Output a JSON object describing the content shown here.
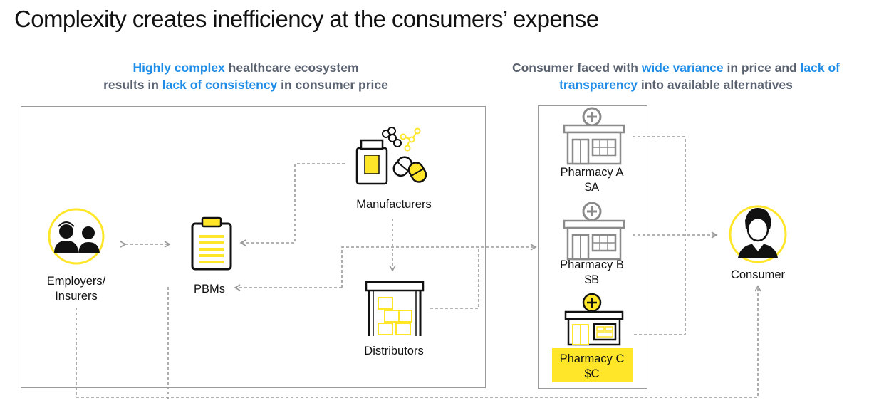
{
  "title": "Complexity creates inefficiency at the consumers’ expense",
  "left_caption": {
    "line1_highlight": "Highly complex",
    "line1_rest": " healthcare ecosystem",
    "line2_pre": "results in ",
    "line2_highlight": "lack of consistency",
    "line2_rest": " in consumer price"
  },
  "right_caption": {
    "line1_pre": "Consumer faced with ",
    "line1_highlight1": "wide variance",
    "line1_mid": " in price and ",
    "line1_highlight2": "lack of",
    "line2_highlight": "transparency",
    "line2_rest": " into available alternatives"
  },
  "nodes": {
    "employers_line1": "Employers/",
    "employers_line2": "Insurers",
    "pbms": "PBMs",
    "manufacturers": "Manufacturers",
    "distributors": "Distributors",
    "consumer": "Consumer"
  },
  "pharmacies": [
    {
      "name": "Pharmacy A",
      "price": "$A",
      "highlighted": false
    },
    {
      "name": "Pharmacy B",
      "price": "$B",
      "highlighted": false
    },
    {
      "name": "Pharmacy C",
      "price": "$C",
      "highlighted": true
    }
  ],
  "colors": {
    "accent_blue": "#1f8de8",
    "highlight_yellow": "#ffe629",
    "caption_gray": "#5a6270",
    "arrow_gray": "#9a9a9a"
  }
}
